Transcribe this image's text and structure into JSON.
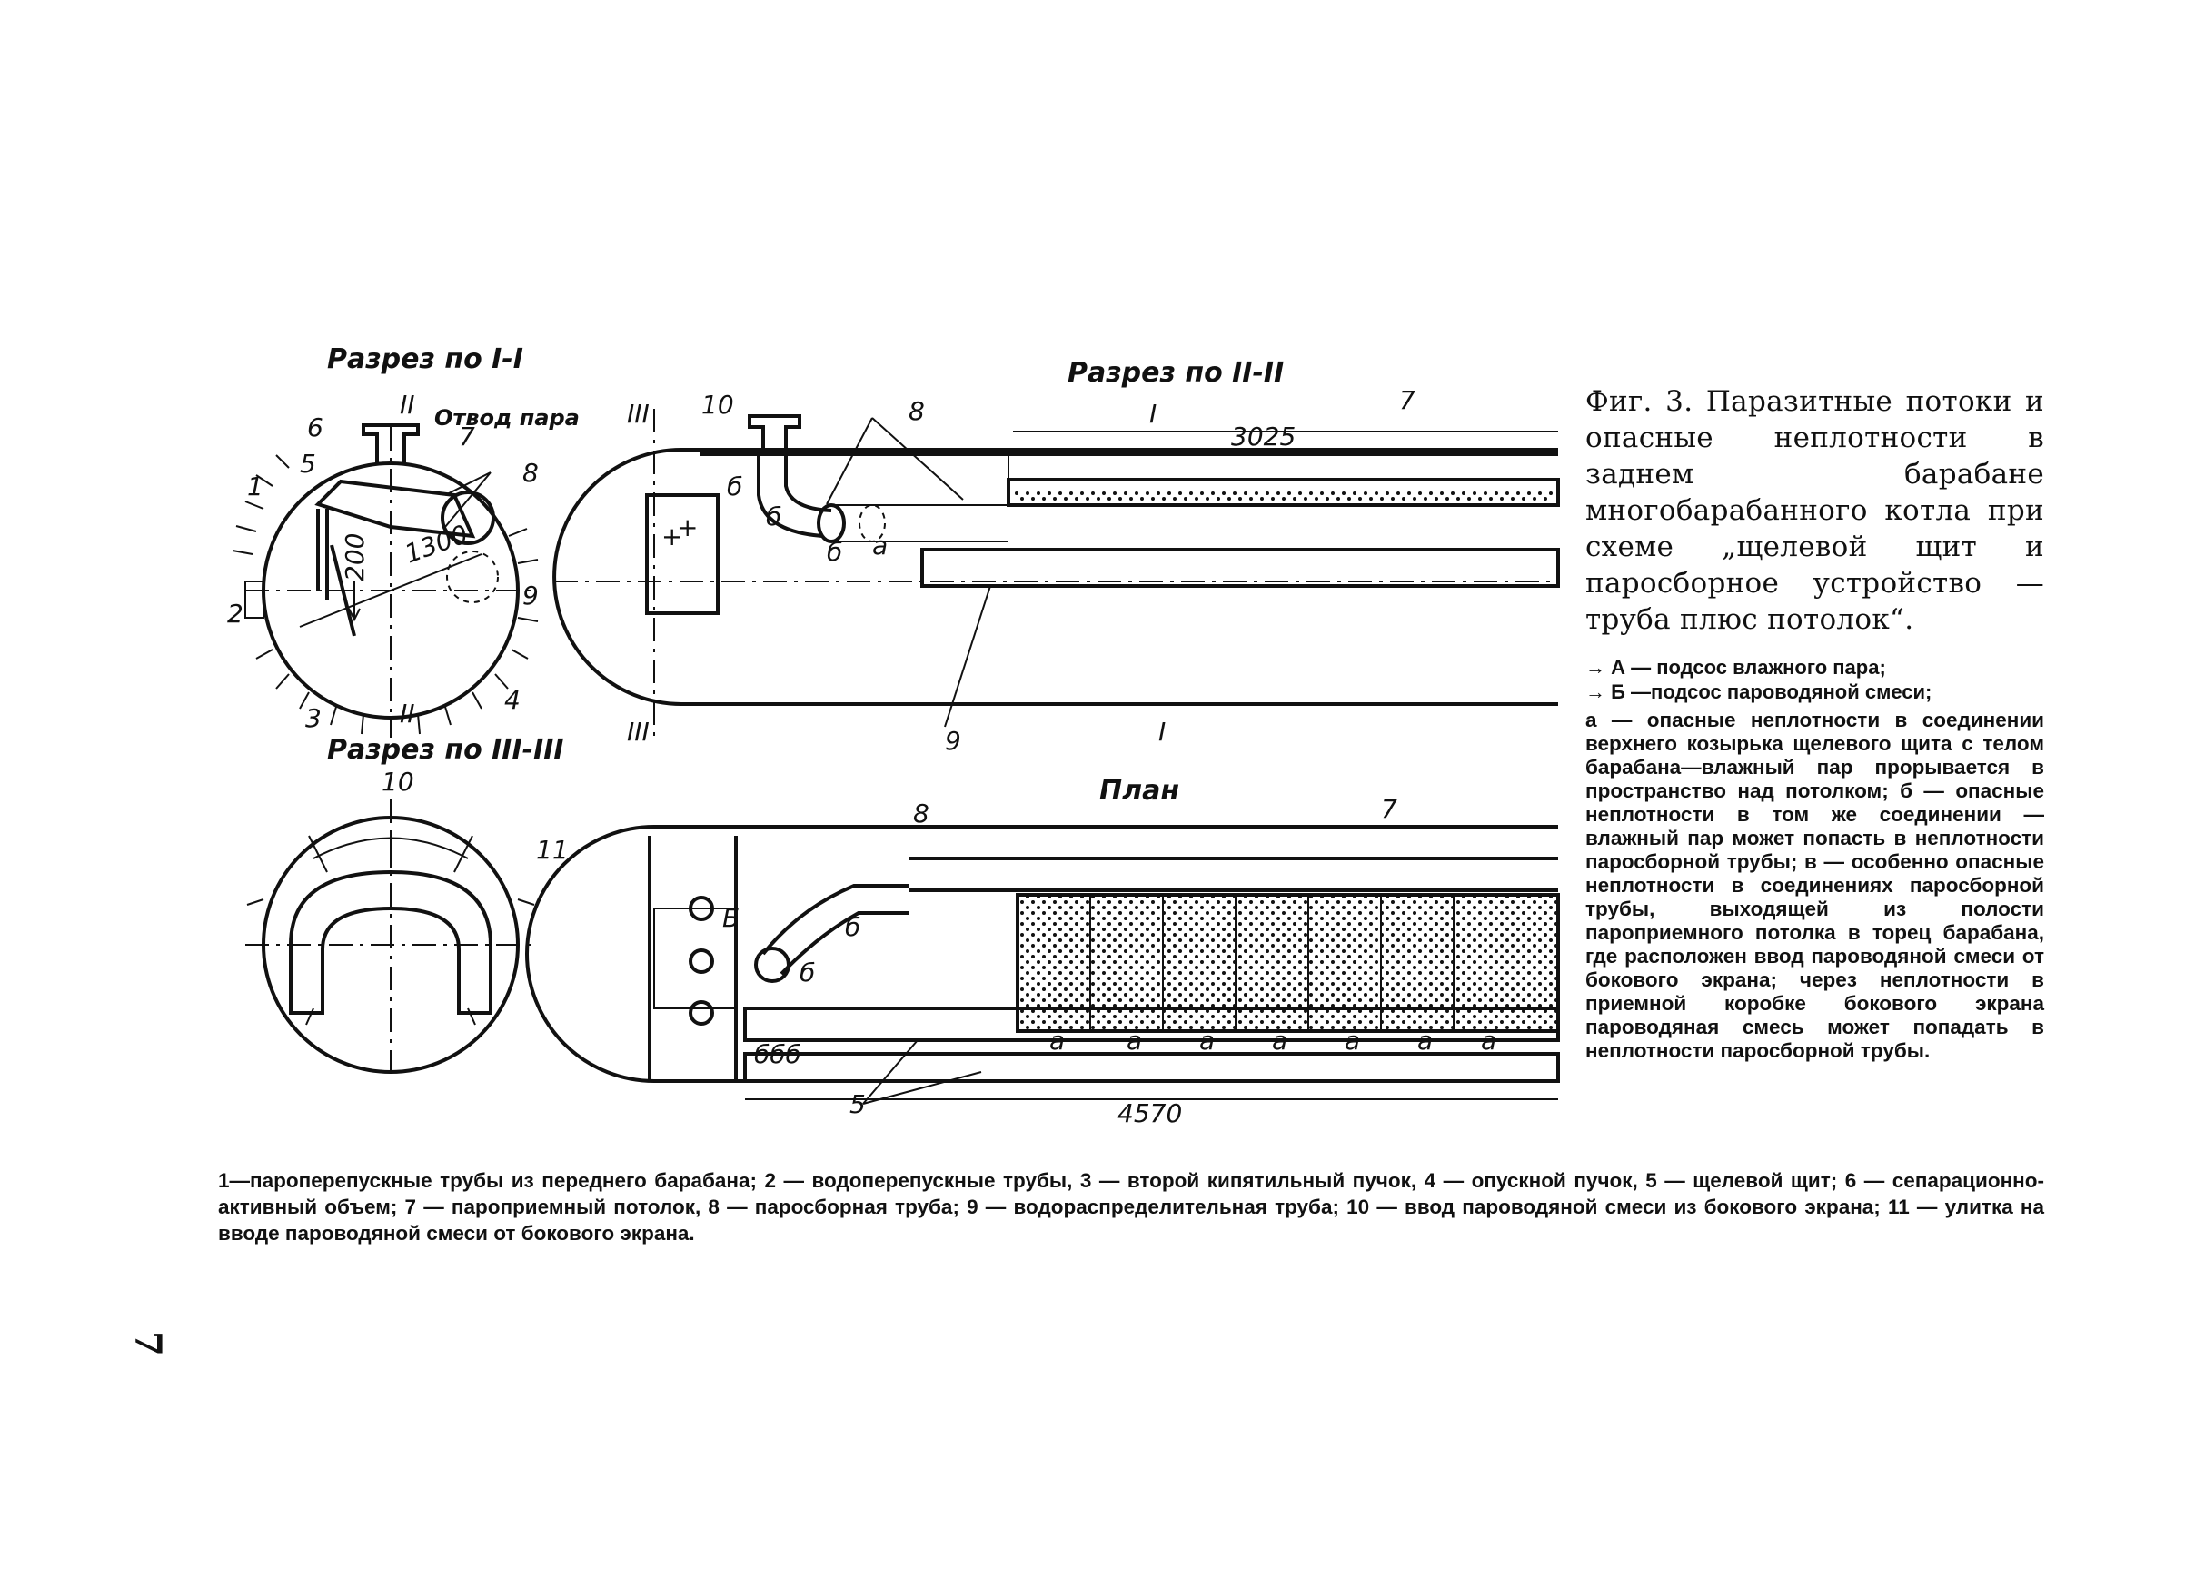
{
  "labels": {
    "section_1": "Разрез по I-I",
    "section_2": "Разрез по II-II",
    "section_3": "Разрез по III-III",
    "plan": "План",
    "steam_outlet": "Отвод пара",
    "dim_1300": "1300",
    "dim_200": "200",
    "dim_3025": "3025",
    "dim_4570": "4570"
  },
  "caption": {
    "title": "Фиг. 3. Паразитные потоки и опасные неплотности в заднем барабане многобарабанного котла при схеме „щелевой щит и паросборное устройство — труба плюс потолок“.",
    "legend_a": "→ А — подсос влажного пара;",
    "legend_b": "→ Б —подсос пароводяной смеси;",
    "notes": "а — опасные неплотности в соединении верхнего козырька щелевого щита с телом барабана—влажный пар прорывается в пространство над потолком; б — опасные неплотности в том же соединении — влажный пар может попасть в неплотности паросборной трубы; в — особенно опасные неплотности в соединениях паросборной трубы, выходящей из полости пароприемного потолка в торец барабана, где расположен ввод пароводяной смеси от бокового экрана; через неплотности в приемной коробке бокового экрана пароводяная смесь может попадать в неплотности паросборной трубы."
  },
  "bottom_legend": "1—пароперепускные трубы из переднего барабана; 2 — водоперепускные трубы, 3 — второй кипятильный пучок, 4 — опускной пучок, 5 — щелевой щит; 6 — сепарационно-активный объем; 7 — пароприемный потолок, 8 — паросборная труба; 9 — водораспределительная труба; 10 — ввод пароводяной смеси из бокового экрана; 11 — улитка на вводе пароводяной смеси от бокового экрана.",
  "page_number": "7"
}
